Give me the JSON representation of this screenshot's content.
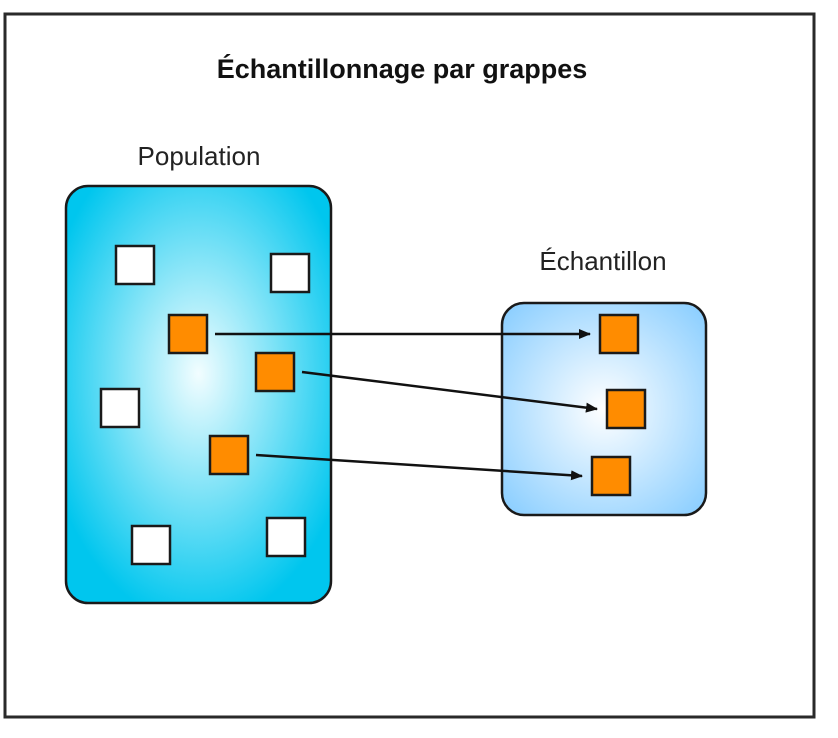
{
  "title": "Échantillonnage par grappes",
  "population": {
    "label": "Population",
    "fill_center": "#f2fdff",
    "fill_edge": "#00c6ee",
    "items": [
      {
        "kind": "unselected"
      },
      {
        "kind": "unselected"
      },
      {
        "kind": "selected"
      },
      {
        "kind": "selected"
      },
      {
        "kind": "unselected"
      },
      {
        "kind": "selected"
      },
      {
        "kind": "unselected"
      },
      {
        "kind": "unselected"
      }
    ]
  },
  "sample": {
    "label": "Échantillon",
    "fill_center": "#ffffff",
    "fill_edge": "#8fd0ff",
    "items": [
      {
        "kind": "selected"
      },
      {
        "kind": "selected"
      },
      {
        "kind": "selected"
      }
    ]
  },
  "colors": {
    "selected": "#ff8c00",
    "unselected": "#ffffff",
    "outline": "#1a1a1a"
  },
  "arrows": [
    {
      "from": "population.item.2",
      "to": "sample.item.0"
    },
    {
      "from": "population.item.3",
      "to": "sample.item.1"
    },
    {
      "from": "population.item.5",
      "to": "sample.item.2"
    }
  ]
}
